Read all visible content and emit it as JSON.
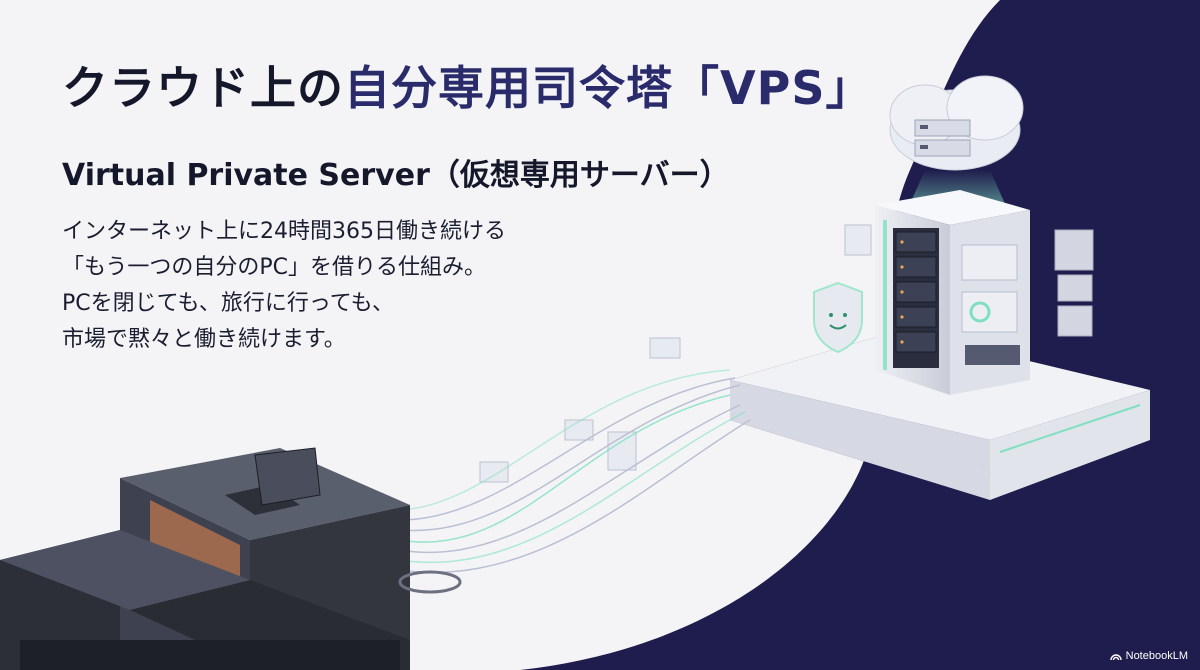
{
  "title": {
    "prefix": "クラウド上の",
    "accent": "自分専用司令塔「VPS」"
  },
  "subtitle": "Virtual Private Server（仮想専用サーバー）",
  "body_lines": [
    "インターネット上に24時間365日働き続ける",
    "「もう一つの自分のPC」を借りる仕組み。",
    "PCを閉じても、旅行に行っても、",
    "市場で黙々と働き続けます。"
  ],
  "brand": "NotebookLM",
  "colors": {
    "navy": "#1f1d4d",
    "accent_text": "#2a2b6b",
    "glow": "#7fe0bf",
    "background": "#f4f4f7"
  },
  "icons": {
    "shield": "shield-smile-icon",
    "cloud": "cloud-server-icon",
    "brand": "notebooklm-logo-icon"
  }
}
